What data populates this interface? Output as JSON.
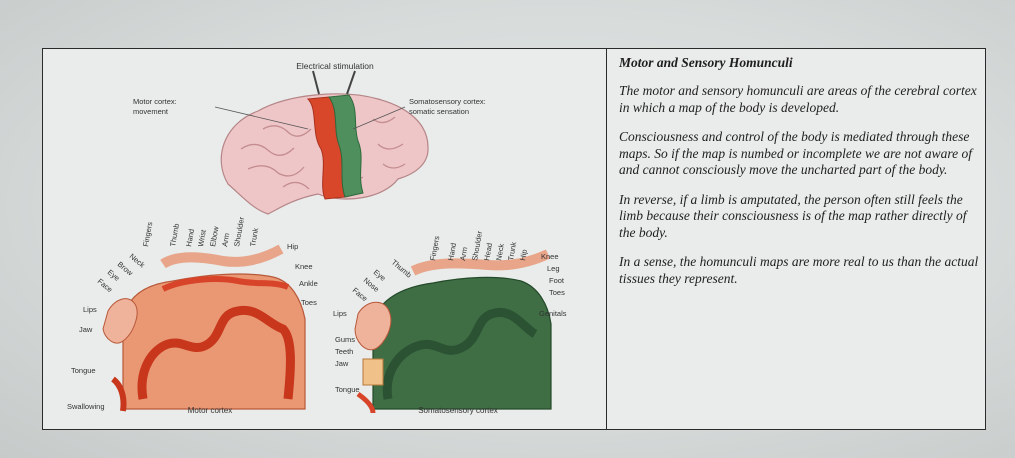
{
  "diagram": {
    "labels": {
      "electrical_stimulation": "Electrical stimulation",
      "motor_cortex_line1": "Motor cortex:",
      "motor_cortex_line2": "movement",
      "somato_line1": "Somatosensory cortex:",
      "somato_line2": "somatic sensation"
    },
    "motor": {
      "caption": "Motor cortex",
      "parts": [
        "Fingers",
        "Thumb",
        "Hand",
        "Wrist",
        "Elbow",
        "Arm",
        "Shoulder",
        "Trunk",
        "Hip",
        "Knee",
        "Ankle",
        "Toes",
        "Neck",
        "Brow",
        "Eye",
        "Face",
        "Lips",
        "Jaw",
        "Tongue",
        "Swallowing"
      ]
    },
    "sensory": {
      "caption": "Somatosensory cortex",
      "parts": [
        "Thumb",
        "Fingers",
        "Hand",
        "Arm",
        "Shoulder",
        "Head",
        "Neck",
        "Trunk",
        "Hip",
        "Knee",
        "Leg",
        "Foot",
        "Toes",
        "Genitals",
        "Eye",
        "Nose",
        "Face",
        "Lips",
        "Gums",
        "Teeth",
        "Jaw",
        "Tongue"
      ]
    },
    "colors": {
      "motor_strip": "#d9472b",
      "sensory_strip": "#4f8f5e",
      "brain": "#efc6c8",
      "motor_cortex_fill": "#e99873",
      "sensory_cortex_fill": "#3f6e45"
    }
  },
  "text_panel": {
    "title": "Motor and Sensory Homunculi",
    "paragraphs": [
      "The motor and sensory homunculi are areas of the cerebral cortex in which a map of the body is developed.",
      "Consciousness and control of the body is mediated through these maps. So if the map is numbed or incomplete we are not aware of and cannot consciously move the uncharted part of the body.",
      "In reverse, if a limb is amputated, the person often still feels the limb because their consciousness is of the map rather directly of the body.",
      "In a sense, the homunculi maps are more real to us than the actual tissues they represent."
    ]
  }
}
